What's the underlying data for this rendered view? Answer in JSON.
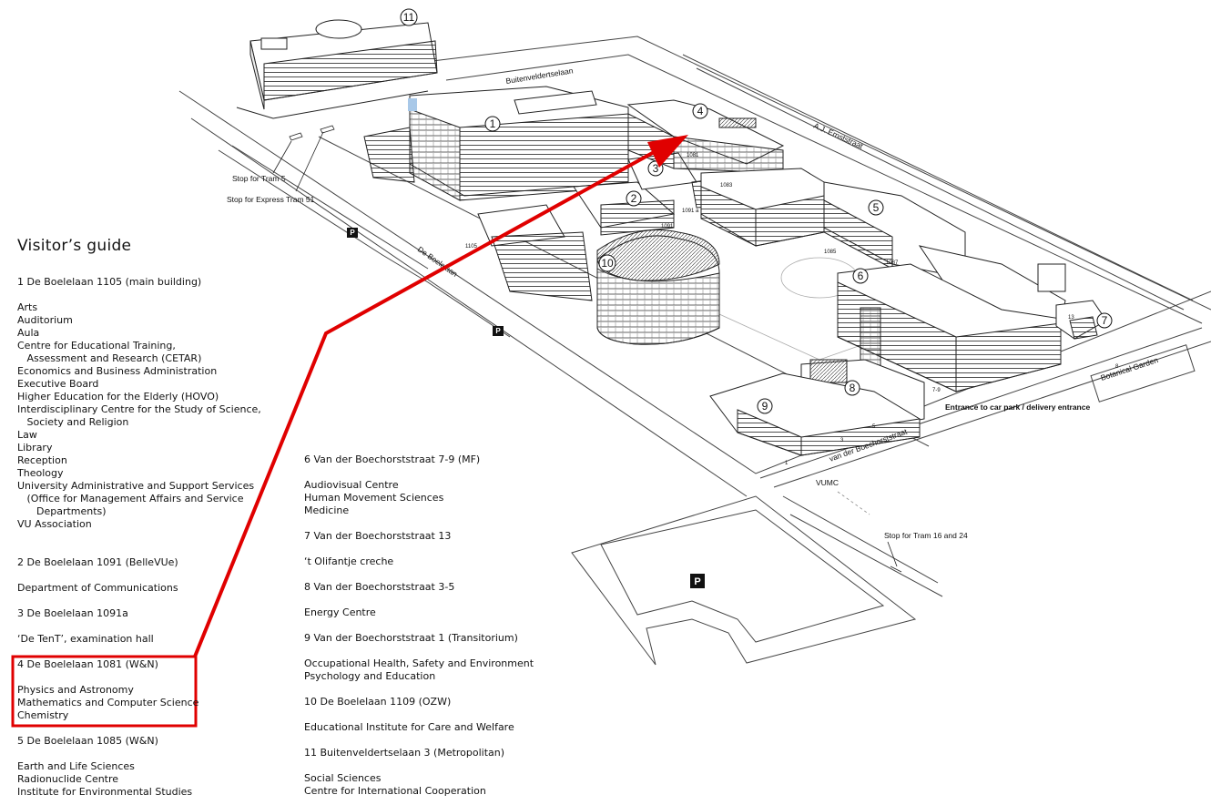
{
  "guide": {
    "title": "Visitor’s guide",
    "sections": [
      {
        "id": "1",
        "heading": "1 De Boelelaan 1105 (main building)",
        "lines": [
          "Arts",
          "Auditorium",
          "Aula",
          "Centre for Educational Training,",
          "   Assessment and Research (CETAR)",
          "Economics and Business Administration",
          "Executive Board",
          "Higher Education for the Elderly (HOVO)",
          "Interdisciplinary Centre for the Study of Science,",
          "   Society and Religion",
          "Law",
          "Library",
          "Reception",
          "Theology",
          "University Administrative and Support Services",
          "   (Office for Management Affairs and Service",
          "      Departments)",
          "VU Association"
        ]
      },
      {
        "id": "2",
        "heading": "2 De Boelelaan 1091 (BelleVUe)",
        "lines": [
          "Department of Communications"
        ]
      },
      {
        "id": "3",
        "heading": "3 De Boelelaan 1091a",
        "lines": [
          "‘De TenT’, examination hall"
        ]
      },
      {
        "id": "4",
        "heading": "4 De Boelelaan 1081 (W&N)",
        "lines": [
          "Physics and Astronomy",
          "Mathematics and Computer Science",
          "Chemistry"
        ]
      },
      {
        "id": "5",
        "heading": "5 De Boelelaan 1085 (W&N)",
        "lines": [
          "Earth and Life Sciences",
          "Radionuclide Centre",
          "Institute for Environmental Studies"
        ]
      },
      {
        "id": "6",
        "heading": "6 Van der Boechorststraat 7-9 (MF)",
        "lines": [
          "Audiovisual Centre",
          "Human Movement Sciences",
          "Medicine"
        ]
      },
      {
        "id": "7",
        "heading": "7 Van der Boechorststraat 13",
        "lines": [
          "‘t Olifantje creche"
        ]
      },
      {
        "id": "8",
        "heading": "8 Van der Boechorststraat 3-5",
        "lines": [
          "Energy Centre"
        ]
      },
      {
        "id": "9",
        "heading": "9 Van der Boechorststraat 1 (Transitorium)",
        "lines": [
          "Occupational Health, Safety and Environment",
          "Psychology and Education"
        ]
      },
      {
        "id": "10",
        "heading": "10 De Boelelaan 1109 (OZW)",
        "lines": [
          "Educational Institute for Care and Welfare"
        ]
      },
      {
        "id": "11",
        "heading": "11 Buitenveldertselaan 3 (Metropolitan)",
        "lines": [
          "Social Sciences",
          "Centre for International Cooperation"
        ]
      }
    ]
  },
  "map": {
    "streets": {
      "buitenveldertselaan": "Buitenveldertselaan",
      "ae": "A.J. Ernststraat",
      "boelelaan": "De Boelelaan",
      "boechorst": "van der Boechorststraat"
    },
    "labels": {
      "tram5": "Stop for Tram 5",
      "tram51": "Stop for Express Tram 51",
      "tram1624": "Stop for Tram 16 and 24",
      "vumc": "VUMC",
      "botanical": "Botanical Garden",
      "carpark": "Entrance to car park / delivery entrance",
      "parking": "P"
    },
    "addresses": {
      "a1105": "1105",
      "a1091": "1091",
      "a1091a": "1091 a",
      "a1081": "1081",
      "a1083": "1083",
      "a1085": "1085",
      "a1087": "1087",
      "a9": "9",
      "a13": "13",
      "a79": "7-9",
      "a1": "1",
      "a3": "3",
      "a5": "5",
      "a8": "8"
    },
    "building_numbers": [
      "1",
      "2",
      "3",
      "4",
      "5",
      "6",
      "7",
      "8",
      "9",
      "10",
      "11"
    ],
    "highlight": {
      "building": "4",
      "color": "#e00000"
    }
  }
}
